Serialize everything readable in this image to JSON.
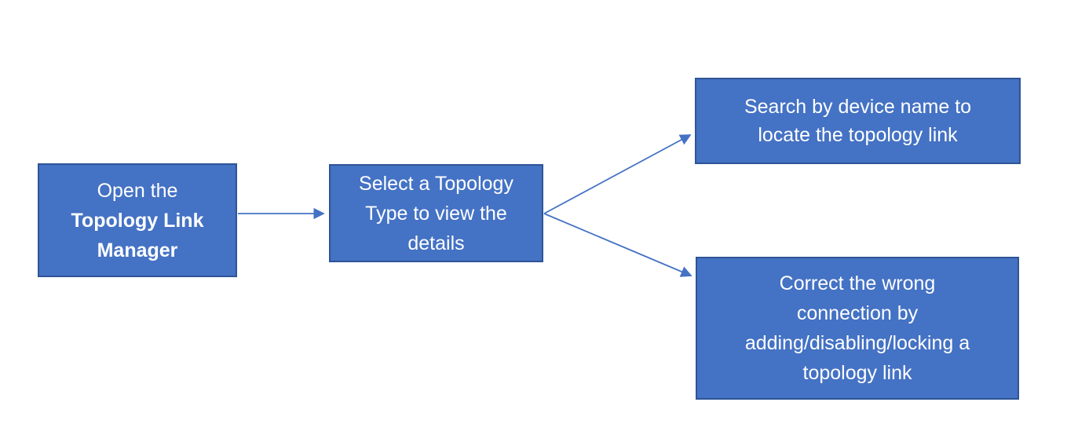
{
  "colors": {
    "box_fill": "#4472c4",
    "box_border": "#2f5496",
    "arrow": "#4472c4",
    "text": "#ffffff",
    "background": "#ffffff"
  },
  "flowchart": {
    "step1": {
      "lines": [
        "Open the",
        "Topology Link",
        "Manager"
      ]
    },
    "step2": {
      "lines": [
        "Select a Topology",
        "Type to view the",
        "details"
      ]
    },
    "branch_search": {
      "lines": [
        "Search by device name to",
        "locate the topology link"
      ]
    },
    "branch_correct": {
      "lines": [
        "Correct the wrong",
        "connection by",
        "adding/disabling/locking a",
        "topology link"
      ]
    }
  }
}
